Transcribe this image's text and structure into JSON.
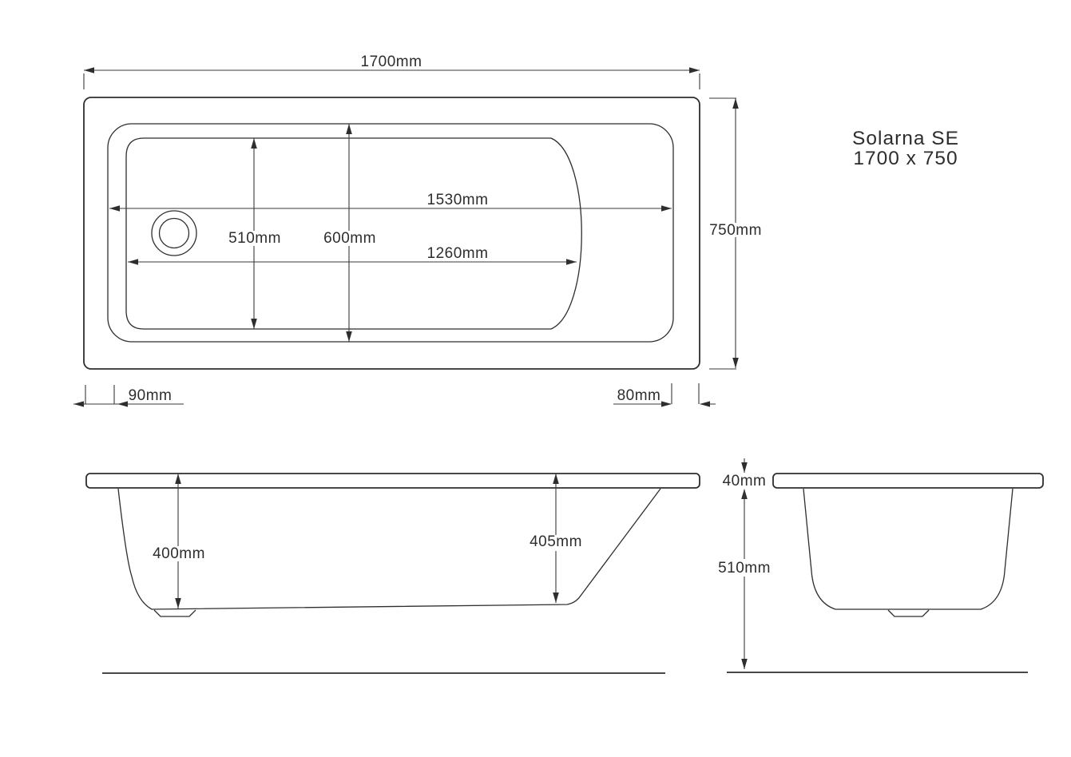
{
  "title": {
    "model": "Solarna SE",
    "size": "1700 x 750"
  },
  "plan_view": {
    "overall_length": "1700mm",
    "overall_width": "750mm",
    "inner_length_top": "1530mm",
    "inner_length_bottom": "1260mm",
    "inner_width_bottom": "510mm",
    "inner_width_top": "600mm",
    "rim_offset_left": "90mm",
    "rim_offset_right": "80mm"
  },
  "side_view": {
    "depth_head_end": "400mm",
    "depth_foot_end": "405mm"
  },
  "end_view": {
    "rim_thickness": "40mm",
    "overall_height": "510mm"
  },
  "colors": {
    "line": "#2e2e2e",
    "background": "#ffffff"
  }
}
